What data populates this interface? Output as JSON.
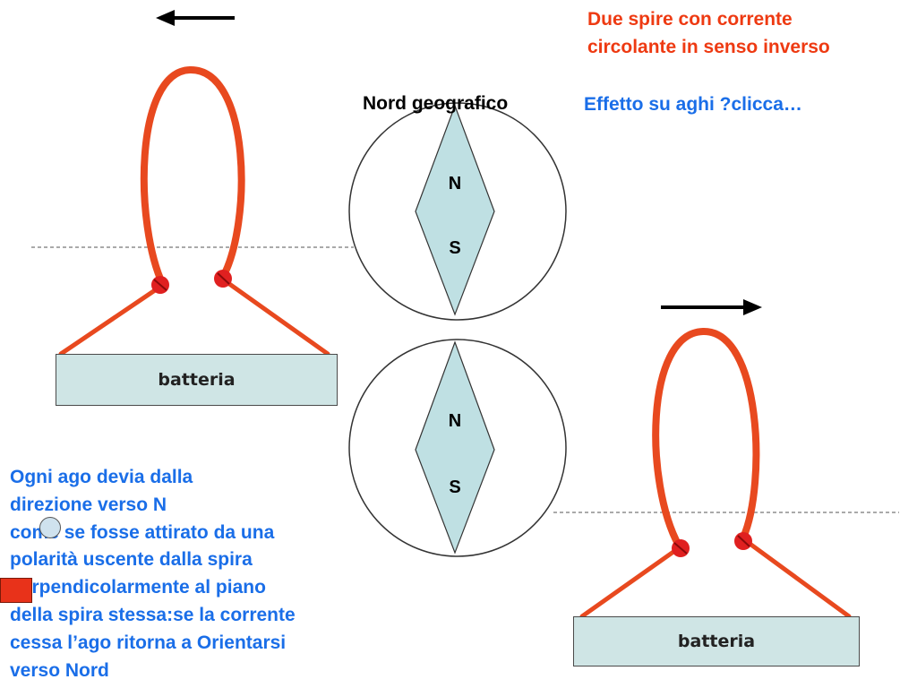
{
  "title": {
    "line1": "Due spire con corrente",
    "line2": "circolante in senso inverso"
  },
  "effect_link": "Effetto su aghi ?clicca…",
  "compass_label": "Nord geografico",
  "compass_top": {
    "north": "N",
    "south": "S"
  },
  "compass_bottom": {
    "north": "N",
    "south": "S"
  },
  "battery_left": "batteria",
  "battery_right": "batteria",
  "explanation": {
    "line1": "Ogni ago devia dalla",
    "line2": "direzione verso N",
    "line3": "come se fosse attirato da una",
    "line4": "polarità uscente dalla spira",
    "line5": "perpendicolarmente al piano",
    "line6": "della spira stessa:se la corrente",
    "line7": "cessa l’ago ritorna a Orientarsi",
    "line8": "verso Nord"
  },
  "colors": {
    "wire": "#e8491f",
    "title": "#ee3a12",
    "link": "#1a6ee8",
    "needle": "#bfe0e3",
    "battery": "#cfe5e5",
    "button": "#e8321a"
  },
  "icons": {
    "arrow_top": "arrow-left-icon",
    "arrow_right": "arrow-right-icon",
    "button": "square-button-icon",
    "circle": "circle-button-icon"
  }
}
